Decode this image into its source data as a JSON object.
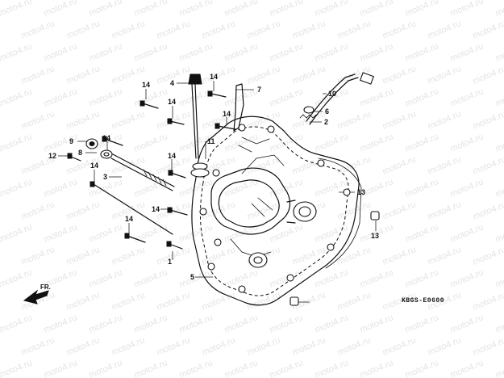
{
  "watermark_text": "moto4.ru",
  "diagram_code": "KBGS-E0600",
  "front_label": "FR.",
  "callouts": [
    {
      "id": "c14a",
      "text": "14"
    },
    {
      "id": "c4",
      "text": "4"
    },
    {
      "id": "c14b",
      "text": "14"
    },
    {
      "id": "c7",
      "text": "7"
    },
    {
      "id": "c14c",
      "text": "14"
    },
    {
      "id": "c14d",
      "text": "14"
    },
    {
      "id": "c9",
      "text": "9"
    },
    {
      "id": "c8",
      "text": "8"
    },
    {
      "id": "c11",
      "text": "11"
    },
    {
      "id": "c12",
      "text": "12"
    },
    {
      "id": "c14e",
      "text": "14"
    },
    {
      "id": "c14f",
      "text": "14"
    },
    {
      "id": "c3",
      "text": "3"
    },
    {
      "id": "c14g",
      "text": "14"
    },
    {
      "id": "c14h",
      "text": "14"
    },
    {
      "id": "c14i",
      "text": "14"
    },
    {
      "id": "c1",
      "text": "1"
    },
    {
      "id": "c5",
      "text": "5"
    },
    {
      "id": "c10",
      "text": "10"
    },
    {
      "id": "c6",
      "text": "6"
    },
    {
      "id": "c2",
      "text": "2"
    },
    {
      "id": "c13a",
      "text": "13"
    },
    {
      "id": "c13b",
      "text": "13"
    }
  ]
}
